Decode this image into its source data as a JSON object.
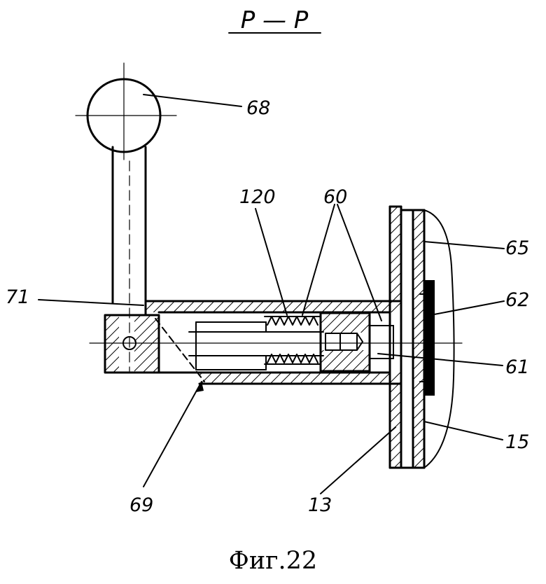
{
  "title": "P — P",
  "caption": "Фиг.22",
  "labels": {
    "l68": "68",
    "l120": "120",
    "l60": "60",
    "l65": "65",
    "l71": "71",
    "l62": "62",
    "l61": "61",
    "l15": "15",
    "l69": "69",
    "l13": "13"
  }
}
